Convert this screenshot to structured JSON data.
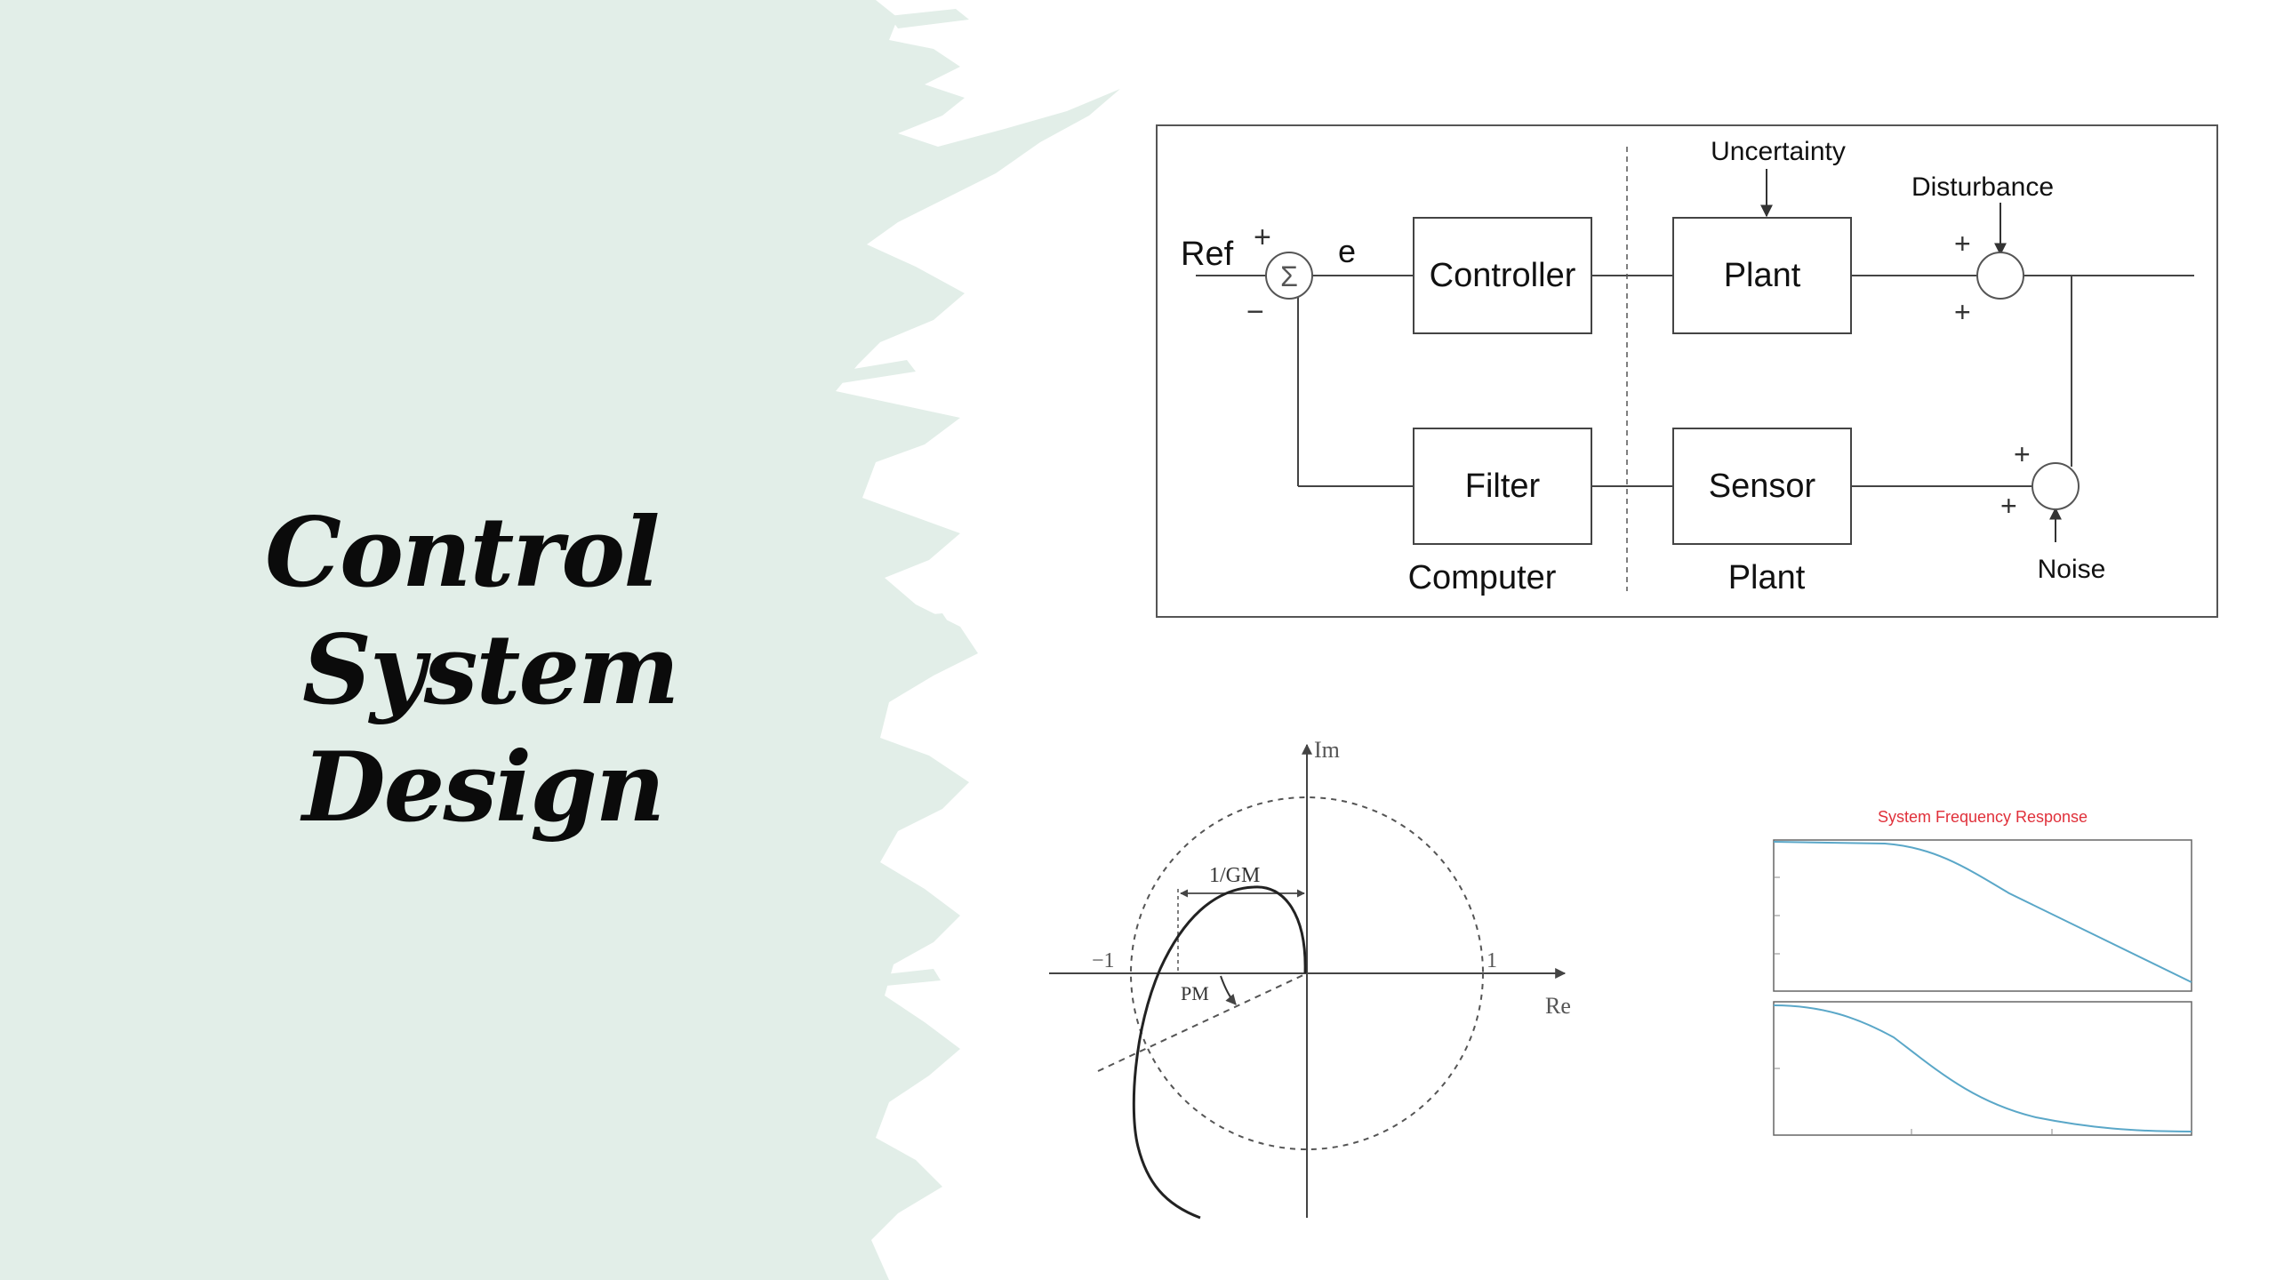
{
  "title": {
    "line1": "Control",
    "line2": "System",
    "line3": "Design"
  },
  "colors": {
    "background_wash": "#e2eee8",
    "page": "#ffffff",
    "title_text": "#0b0b0b",
    "diagram_lines": "#333333",
    "bode_title": "#e0303a",
    "bode_curve": "#5aa7c8"
  },
  "block_diagram": {
    "ref_label": "Ref",
    "error_label": "e",
    "sum_symbol": "Σ",
    "sum_plus": "+",
    "sum_minus": "−",
    "controller": "Controller",
    "plant_top": "Plant",
    "filter": "Filter",
    "sensor": "Sensor",
    "uncertainty": "Uncertainty",
    "disturbance": "Disturbance",
    "noise": "Noise",
    "computer_label": "Computer",
    "plant_label": "Plant",
    "plus_1": "+",
    "plus_2": "+",
    "plus_3": "+",
    "plus_4": "+"
  },
  "nyquist": {
    "im_label": "Im",
    "re_label": "Re",
    "minus_one": "−1",
    "one": "1",
    "gm_label": "1/GM",
    "pm_label": "PM"
  },
  "bode": {
    "title": "System Frequency Response"
  }
}
